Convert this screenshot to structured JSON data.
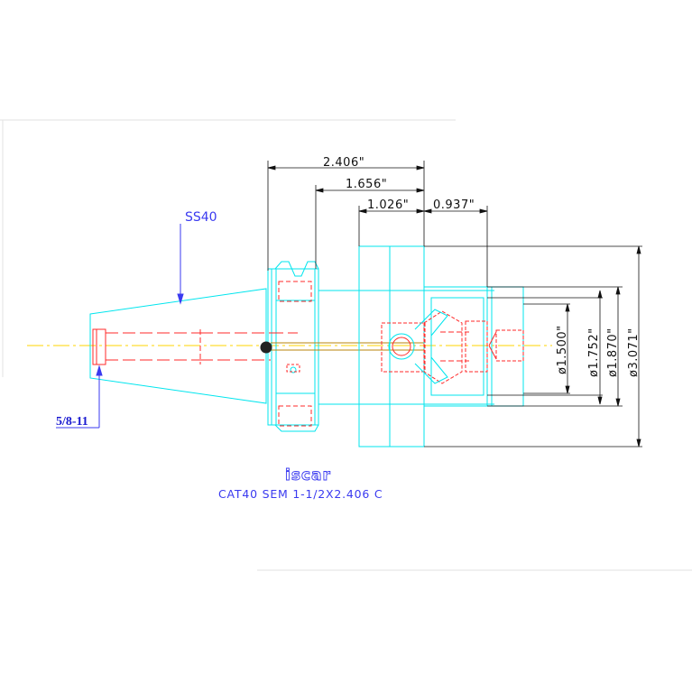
{
  "dimensions": {
    "d_2406": "2.406\"",
    "d_1656": "1.656\"",
    "d_1026": "1.026\"",
    "d_0937": "0.937\"",
    "dia_1500": "ø1.500\"",
    "dia_1752": "ø1.752\"",
    "dia_1870": "ø1.870\"",
    "dia_3071": "ø3.071\""
  },
  "labels": {
    "taper": "SS40",
    "thread": "5/8-11",
    "logo": "iscar",
    "title": "CAT40 SEM 1-1/2X2.406 C"
  },
  "colors": {
    "body": "#00e5ee",
    "hidden": "#ff2a2a",
    "dimension": "#111111",
    "leader": "#3a3af0",
    "centerline": "#ffd400",
    "spindle": "#b8860b"
  }
}
